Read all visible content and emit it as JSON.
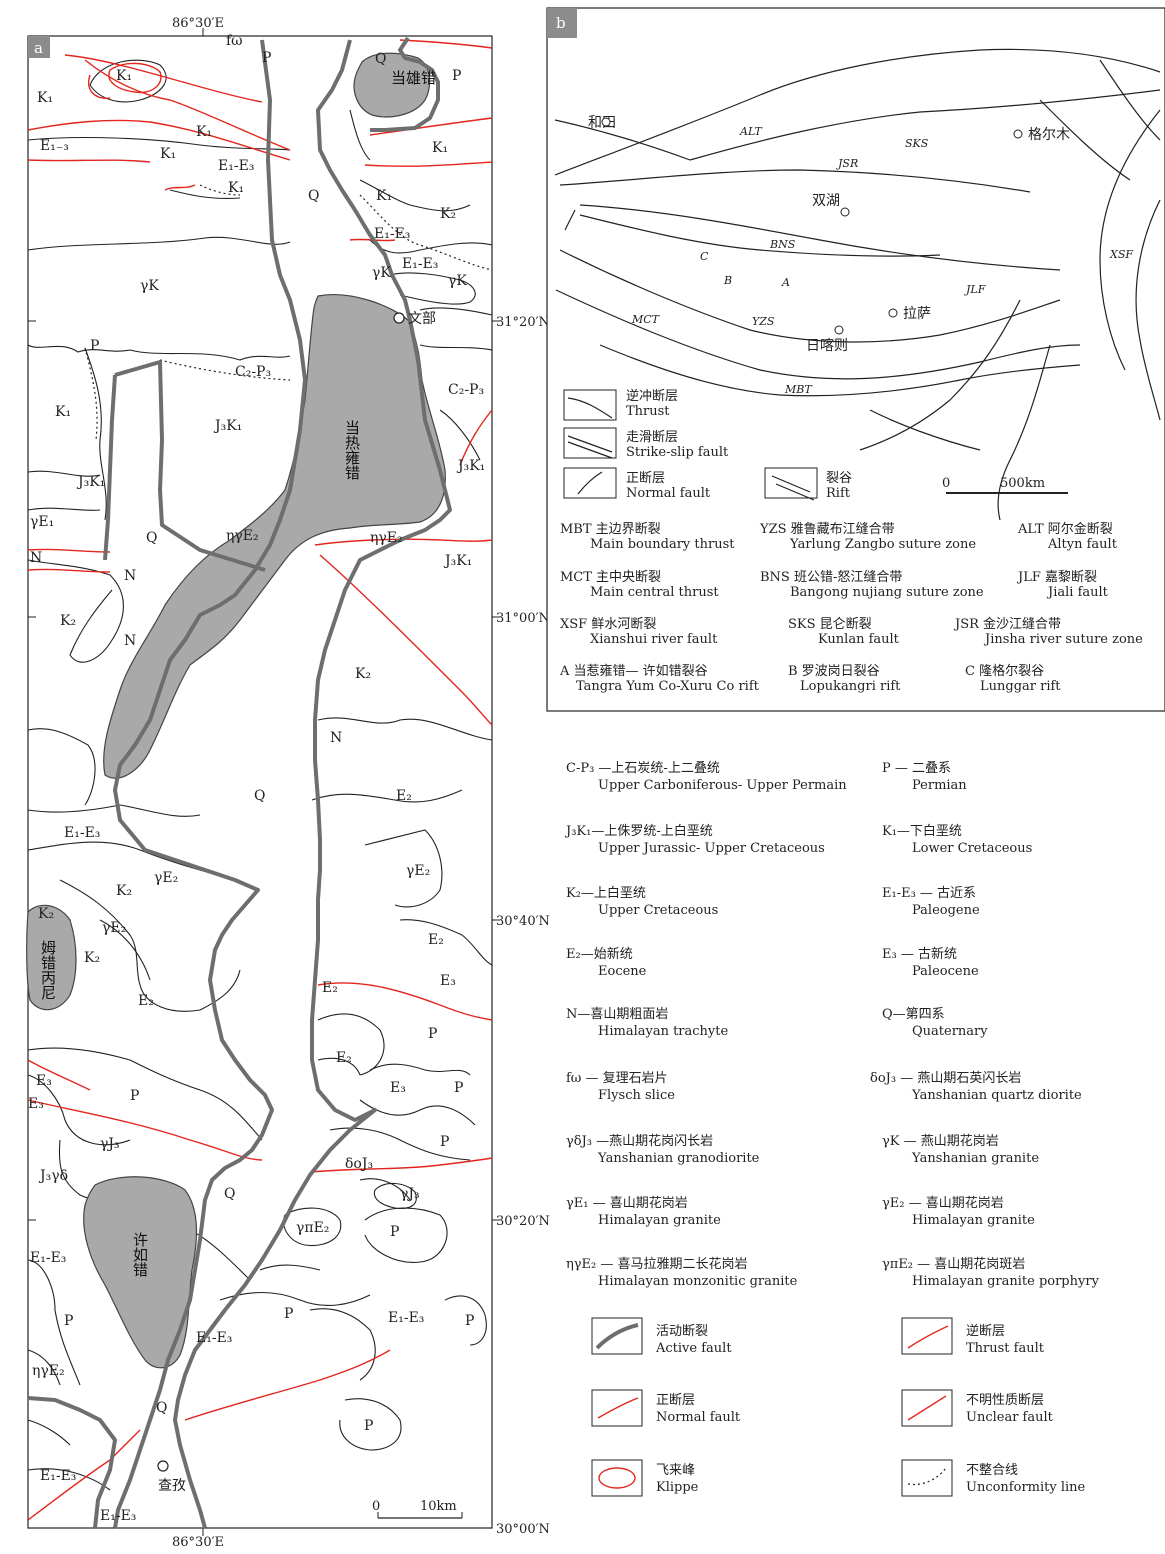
{
  "panel_a": {
    "tag": "a",
    "coords": {
      "lon_top": "86°30′E",
      "lon_bottom": "86°30′E",
      "lat_1": "31°20′N",
      "lat_2": "31°00′N",
      "lat_3": "30°40′N",
      "lat_4": "30°20′N",
      "lat_5": "30°00′N"
    },
    "lakes": {
      "dangxiong": "当雄错",
      "dangre": "当热雍错",
      "mucuo": "姆错丙尼",
      "xuru": "许如错"
    },
    "places": {
      "wenbu": "文部",
      "chazi": "查孜"
    },
    "units": {
      "fw": "fω",
      "P": "P",
      "Q": "Q",
      "K1": "K₁",
      "K2": "K₂",
      "E13": "E₁₋₃",
      "E1E3": "E₁-E₃",
      "gK": "γK",
      "C2P3": "C₂-P₃",
      "J3K1": "J₃K₁",
      "gE1": "γE₁",
      "N": "N",
      "ngE2": "ηγE₂",
      "E2": "E₂",
      "gE2": "γE₂",
      "E3": "E₃",
      "gJ3": "γJ₃",
      "J3gd": "J₃γδ",
      "doJ3": "δoJ₃",
      "gpE2": "γπE₂"
    },
    "scale": {
      "zero": "0",
      "label": "10km"
    }
  },
  "panel_b": {
    "tag": "b",
    "places": {
      "hetian": "和田",
      "geermu": "格尔木",
      "shuanghu": "双湖",
      "lasa": "拉萨",
      "rikaze": "日喀则"
    },
    "faults": {
      "ALT": "ALT",
      "SKS": "SKS",
      "JSR": "JSR",
      "BNS": "BNS",
      "XSF": "XSF",
      "JLF": "JLF",
      "MCT": "MCT",
      "YZS": "YZS",
      "MBT": "MBT",
      "A": "A",
      "B": "B",
      "C": "C"
    },
    "legend": {
      "thrust_cn": "逆冲断层",
      "thrust_en": "Thrust",
      "strike_cn": "走滑断层",
      "strike_en": "Strike-slip fault",
      "normal_cn": "正断层",
      "normal_en": "Normal fault",
      "rift_cn": "裂谷",
      "rift_en": "Rift",
      "scale_zero": "0",
      "scale_label": "500km"
    },
    "abbreviations": [
      {
        "cn": "MBT 主边界断裂",
        "en": "Main boundary thrust"
      },
      {
        "cn": "YZS 雅鲁藏布江缝合带",
        "en": "Yarlung Zangbo suture zone"
      },
      {
        "cn": "ALT 阿尔金断裂",
        "en": "Altyn fault"
      },
      {
        "cn": "MCT 主中央断裂",
        "en": "Main central thrust"
      },
      {
        "cn": "BNS 班公错-怒江缝合带",
        "en": "Bangong nujiang suture zone"
      },
      {
        "cn": "JLF 嘉黎断裂",
        "en": "Jiali fault"
      },
      {
        "cn": "XSF 鲜水河断裂",
        "en": "Xianshui river fault"
      },
      {
        "cn": "SKS 昆仑断裂",
        "en": "Kunlan fault"
      },
      {
        "cn": "JSR 金沙江缝合带",
        "en": "Jinsha river suture zone"
      },
      {
        "cn": "A 当惹雍错— 许如错裂谷",
        "en": "Tangra Yum Co-Xuru Co rift"
      },
      {
        "cn": "B 罗波岗日裂谷",
        "en": "Lopukangri rift"
      },
      {
        "cn": "C 隆格尔裂谷",
        "en": "Lunggar rift"
      }
    ]
  },
  "legend_units": [
    {
      "cn": "C-P₃ —上石炭统-上二叠统",
      "en": "Upper Carboniferous- Upper Permain"
    },
    {
      "cn": "P — 二叠系",
      "en": "Permian"
    },
    {
      "cn": "J₃K₁—上侏罗统-上白垩统",
      "en": "Upper Jurassic- Upper Cretaceous"
    },
    {
      "cn": "K₁—下白垩统",
      "en": "Lower Cretaceous"
    },
    {
      "cn": "K₂—上白垩统",
      "en": "Upper Cretaceous"
    },
    {
      "cn": "E₁-E₃ — 古近系",
      "en": "Paleogene"
    },
    {
      "cn": "E₂—始新统",
      "en": "Eocene"
    },
    {
      "cn": "E₃ — 古新统",
      "en": "Paleocene"
    },
    {
      "cn": "N—喜山期粗面岩",
      "en": "Himalayan trachyte"
    },
    {
      "cn": "Q—第四系",
      "en": "Quaternary"
    },
    {
      "cn": "fω — 复理石岩片",
      "en": "Flysch slice"
    },
    {
      "cn": "δoJ₃ — 燕山期石英闪长岩",
      "en": "Yanshanian quartz diorite"
    },
    {
      "cn": "γδJ₃ —燕山期花岗闪长岩",
      "en": "Yanshanian granodiorite"
    },
    {
      "cn": "γK — 燕山期花岗岩",
      "en": "Yanshanian granite"
    },
    {
      "cn": "γE₁ — 喜山期花岗岩",
      "en": "Himalayan granite"
    },
    {
      "cn": "γE₂ — 喜山期花岗岩",
      "en": "Himalayan granite"
    },
    {
      "cn": "ηγE₂ — 喜马拉雅期二长花岗岩",
      "en": "Himalayan monzonitic granite"
    },
    {
      "cn": "γπE₂ — 喜山期花岗斑岩",
      "en": "Himalayan granite porphyry"
    }
  ],
  "legend_symbols": [
    {
      "cn": "活动断裂",
      "en": "Active fault"
    },
    {
      "cn": "逆断层",
      "en": "Thrust fault"
    },
    {
      "cn": "正断层",
      "en": "Normal fault"
    },
    {
      "cn": "不明性质断层",
      "en": "Unclear fault"
    },
    {
      "cn": "飞来峰",
      "en": "Klippe"
    },
    {
      "cn": "不整合线",
      "en": "Unconformity line"
    }
  ],
  "colors": {
    "fault_red": "#e3261d",
    "lake_gray": "#a9a9a9",
    "active_fault": "#6e6e6e"
  }
}
